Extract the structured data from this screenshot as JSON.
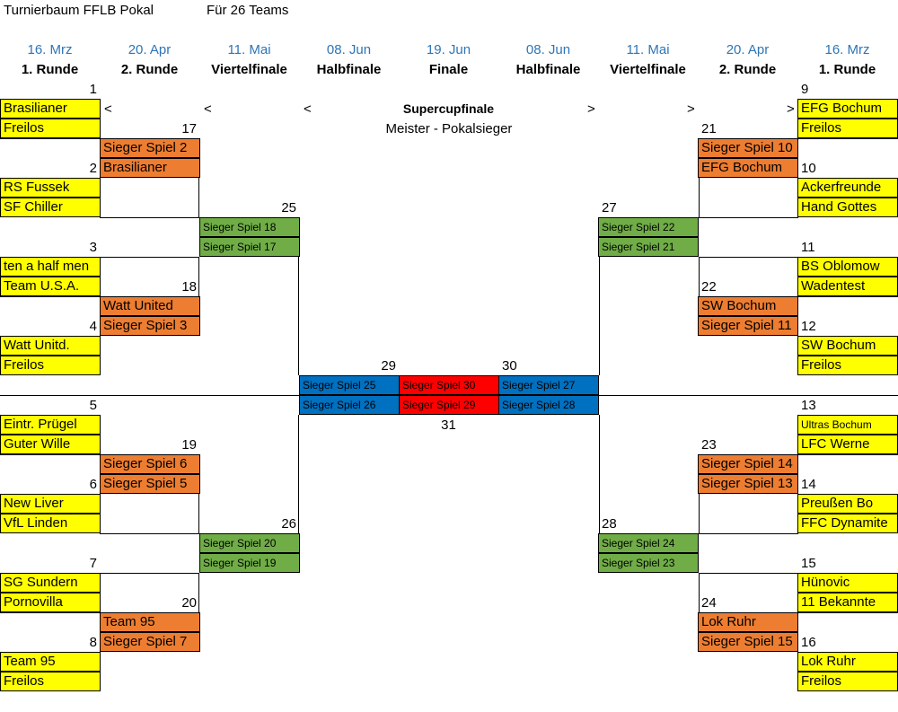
{
  "title": "Turnierbaum FFLB Pokal",
  "teams_info": "Für 26 Teams",
  "columns": [
    {
      "date": "16. Mrz",
      "round": "1. Runde"
    },
    {
      "date": "20. Apr",
      "round": "2. Runde"
    },
    {
      "date": "11. Mai",
      "round": "Viertelfinale"
    },
    {
      "date": "08. Jun",
      "round": "Halbfinale"
    },
    {
      "date": "19. Jun",
      "round": "Finale"
    },
    {
      "date": "08. Jun",
      "round": "Halbfinale"
    },
    {
      "date": "11. Mai",
      "round": "Viertelfinale"
    },
    {
      "date": "20. Apr",
      "round": "2. Runde"
    },
    {
      "date": "16. Mrz",
      "round": "1. Runde"
    }
  ],
  "supercup": {
    "title": "Supercupfinale",
    "subtitle": "Meister - Pokalsieger"
  },
  "arrows": {
    "left": "<",
    "right": ">"
  },
  "matches": {
    "m1": {
      "num": "1",
      "team1": "Brasilianer",
      "team2": "Freilos"
    },
    "m2": {
      "num": "2",
      "team1": "RS Fussek",
      "team2": "SF Chiller"
    },
    "m3": {
      "num": "3",
      "team1": "ten a half men",
      "team2": "Team U.S.A."
    },
    "m4": {
      "num": "4",
      "team1": "Watt Unitd.",
      "team2": "Freilos"
    },
    "m5": {
      "num": "5",
      "team1": "Eintr. Prügel",
      "team2": "Guter Wille"
    },
    "m6": {
      "num": "6",
      "team1": "New Liver",
      "team2": "VfL Linden"
    },
    "m7": {
      "num": "7",
      "team1": "SG Sundern",
      "team2": "Pornovilla"
    },
    "m8": {
      "num": "8",
      "team1": "Team 95",
      "team2": "Freilos"
    },
    "m9": {
      "num": "9",
      "team1": "EFG Bochum",
      "team2": "Freilos"
    },
    "m10": {
      "num": "10",
      "team1": "Ackerfreunde",
      "team2": "Hand Gottes"
    },
    "m11": {
      "num": "11",
      "team1": "BS Oblomow",
      "team2": "Wadentest"
    },
    "m12": {
      "num": "12",
      "team1": "SW Bochum",
      "team2": "Freilos"
    },
    "m13": {
      "num": "13",
      "team1": "Ultras Bochum",
      "team2": "LFC Werne"
    },
    "m14": {
      "num": "14",
      "team1": "Preußen Bo",
      "team2": "FFC Dynamite"
    },
    "m15": {
      "num": "15",
      "team1": "Hünovic",
      "team2": "11 Bekannte"
    },
    "m16": {
      "num": "16",
      "team1": "Lok Ruhr",
      "team2": "Freilos"
    },
    "m17": {
      "num": "17",
      "team1": "Sieger Spiel 2",
      "team2": "Brasilianer"
    },
    "m18": {
      "num": "18",
      "team1": "Watt United",
      "team2": "Sieger Spiel 3"
    },
    "m19": {
      "num": "19",
      "team1": "Sieger Spiel 6",
      "team2": "Sieger Spiel 5"
    },
    "m20": {
      "num": "20",
      "team1": "Team 95",
      "team2": "Sieger Spiel 7"
    },
    "m21": {
      "num": "21",
      "team1": "Sieger Spiel 10",
      "team2": "EFG Bochum"
    },
    "m22": {
      "num": "22",
      "team1": "SW Bochum",
      "team2": "Sieger Spiel 11"
    },
    "m23": {
      "num": "23",
      "team1": "Sieger Spiel 14",
      "team2": "Sieger Spiel 13"
    },
    "m24": {
      "num": "24",
      "team1": "Lok Ruhr",
      "team2": "Sieger Spiel 15"
    },
    "m25": {
      "num": "25",
      "team1": "Sieger Spiel 18",
      "team2": "Sieger Spiel 17"
    },
    "m26": {
      "num": "26",
      "team1": "Sieger Spiel 20",
      "team2": "Sieger Spiel 19"
    },
    "m27": {
      "num": "27",
      "team1": "Sieger Spiel 22",
      "team2": "Sieger Spiel 21"
    },
    "m28": {
      "num": "28",
      "team1": "Sieger Spiel 24",
      "team2": "Sieger Spiel 23"
    },
    "m29": {
      "num": "29",
      "team1": "Sieger Spiel 25",
      "team2": "Sieger Spiel 26"
    },
    "m30": {
      "num": "30",
      "team1": "Sieger Spiel 27",
      "team2": "Sieger Spiel 28"
    },
    "m31": {
      "num": "31",
      "team1": "Sieger Spiel 30",
      "team2": "Sieger Spiel 29"
    }
  },
  "colors": {
    "round1": "#ffff00",
    "round2": "#ed7d31",
    "quarterfinal": "#70ad47",
    "semifinal": "#0070c0",
    "final": "#ff0000",
    "date_text": "#2e75b6"
  }
}
